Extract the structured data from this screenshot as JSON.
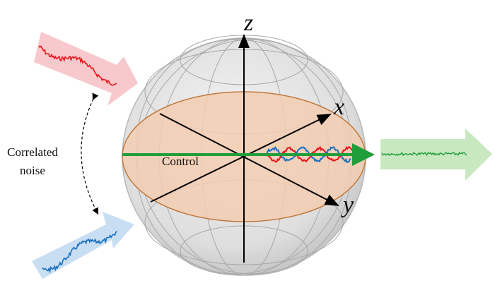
{
  "labels": {
    "z_axis": "z",
    "x_axis": "x",
    "y_axis": "y",
    "control": "Control",
    "correlated_noise_line1": "Correlated",
    "correlated_noise_line2": "noise"
  },
  "colors": {
    "red_noise": "#e8141c",
    "blue_noise": "#1a6fc0",
    "green_control": "#1f9e3a",
    "equator_fill": "#f2cdb0",
    "equator_stroke": "#c07a40",
    "red_arrow": "#f8c9cc",
    "blue_arrow": "#c8def2",
    "green_arrow": "#c8e8c0"
  }
}
